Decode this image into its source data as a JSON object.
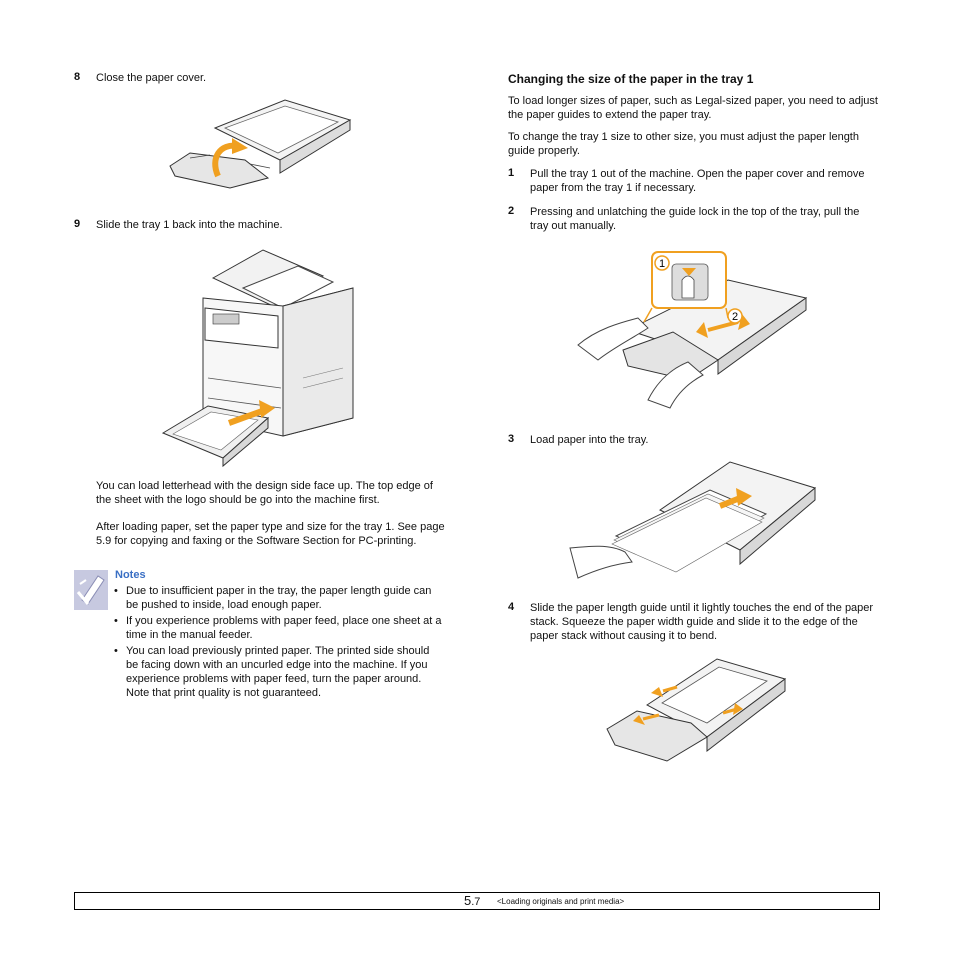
{
  "left": {
    "step8": {
      "num": "8",
      "text": "Close the paper cover."
    },
    "step9": {
      "num": "9",
      "text": "Slide the tray 1 back into the machine."
    },
    "para1": "You can load letterhead with the design side face up. The top edge of the sheet with the logo should be go into the machine first.",
    "para2": "After loading paper, set the paper type and size for the tray 1. See page 5.9 for copying and faxing or the Software Section for PC-printing.",
    "notes": {
      "title": "Notes",
      "items": [
        "Due to insufficient paper in the tray, the paper length guide can be pushed to inside, load enough paper.",
        "If you experience problems with paper feed, place one sheet at a time in the manual feeder.",
        "You can load previously printed paper. The printed side should be facing down with an uncurled edge into the machine. If you experience problems with paper feed, turn the paper around. Note that print quality is not guaranteed."
      ]
    }
  },
  "right": {
    "heading": "Changing the size of the paper in the tray 1",
    "intro1": "To load longer sizes of paper, such as Legal-sized paper, you need to adjust the paper guides to extend the paper tray.",
    "intro2": "To change the tray 1 size to other size, you must adjust the paper length guide properly.",
    "step1": {
      "num": "1",
      "text": "Pull the tray 1 out of the machine. Open the paper cover and remove paper from the tray 1 if necessary."
    },
    "step2": {
      "num": "2",
      "text": "Pressing and unlatching the guide lock in the top of the tray, pull the tray out manually."
    },
    "callout1": "1",
    "callout2": "2",
    "step3": {
      "num": "3",
      "text": "Load paper into the tray."
    },
    "step4": {
      "num": "4",
      "text": "Slide the paper length guide until it lightly touches the end of the paper stack. Squeeze the paper width guide and slide it to the edge of the paper stack without causing it to bend."
    }
  },
  "footer": {
    "page_major": "5",
    "page_minor": ".7",
    "section": "<Loading originals and print media>"
  },
  "colors": {
    "accent_orange": "#f0a020",
    "notes_blue": "#3a6fc4"
  }
}
